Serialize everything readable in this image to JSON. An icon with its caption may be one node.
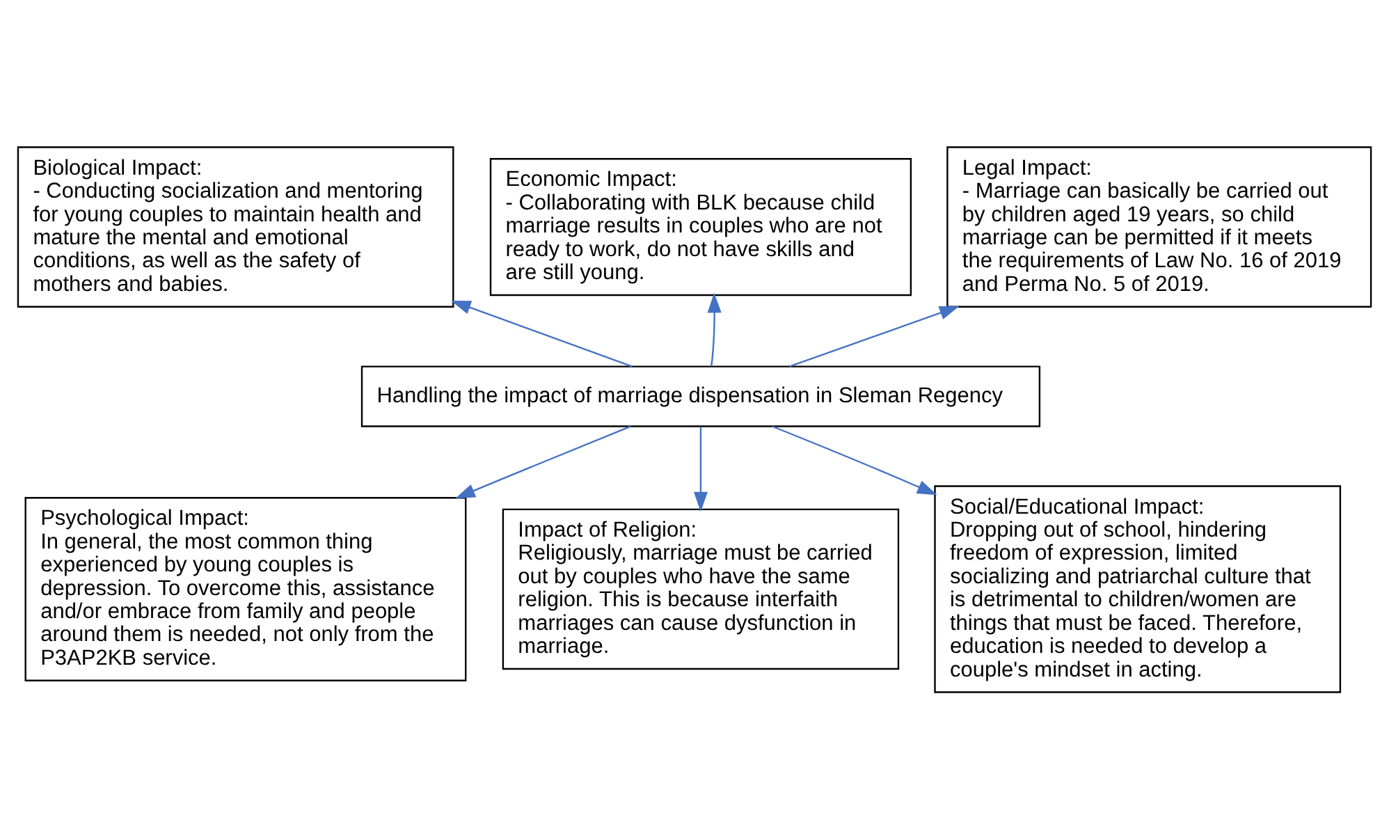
{
  "diagram": {
    "nodes": [
      {
        "text": [
          "Biological Impact:",
          "- Conducting socialization and mentoring for young couples to maintain health and mature the mental and emotional conditions, as well as the safety of mothers and babies."
        ]
      },
      {
        "text": [
          "Economic Impact:",
          "- Collaborating with BLK because child marriage results in couples who are not ready to work, do not have skills and are still young."
        ]
      },
      {
        "text": [
          "Legal Impact:",
          "- Marriage can basically be carried out by children aged 19 years, so child marriage can be permitted if it meets the requirements of Law No. 16 of 2019 and Perma No. 5 of 2019."
        ]
      },
      {
        "text": [
          "Handling the impact of marriage dispensation in Sleman Regency"
        ]
      },
      {
        "text": [
          "Psychological Impact:",
          "In general, the most common thing experienced by young couples is depression. To overcome this, assistance and/or embrace from family and people around them is needed, not only from the P3AP2KB service."
        ]
      },
      {
        "text": [
          "Impact of Religion:",
          "Religiously, marriage must be carried out by couples who have the same religion. This is because interfaith marriages can cause dysfunction in marriage."
        ]
      },
      {
        "text": [
          "Social/Educational Impact:",
          "Dropping out of school, hindering freedom of expression, limited socializing and patriarchal culture that is detrimental to children/women are things that must be faced. Therefore, education is needed to develop a couple's mindset in acting."
        ]
      }
    ],
    "edges": [
      {
        "from": 3,
        "to": 0,
        "arrow": "to"
      },
      {
        "from": 3,
        "to": 1,
        "arrow": "to"
      },
      {
        "from": 3,
        "to": 2,
        "arrow": "to"
      },
      {
        "from": 3,
        "to": 4,
        "arrow": "to"
      },
      {
        "from": 3,
        "to": 5,
        "arrow": "to"
      },
      {
        "from": 3,
        "to": 6,
        "arrow": "to"
      }
    ]
  }
}
